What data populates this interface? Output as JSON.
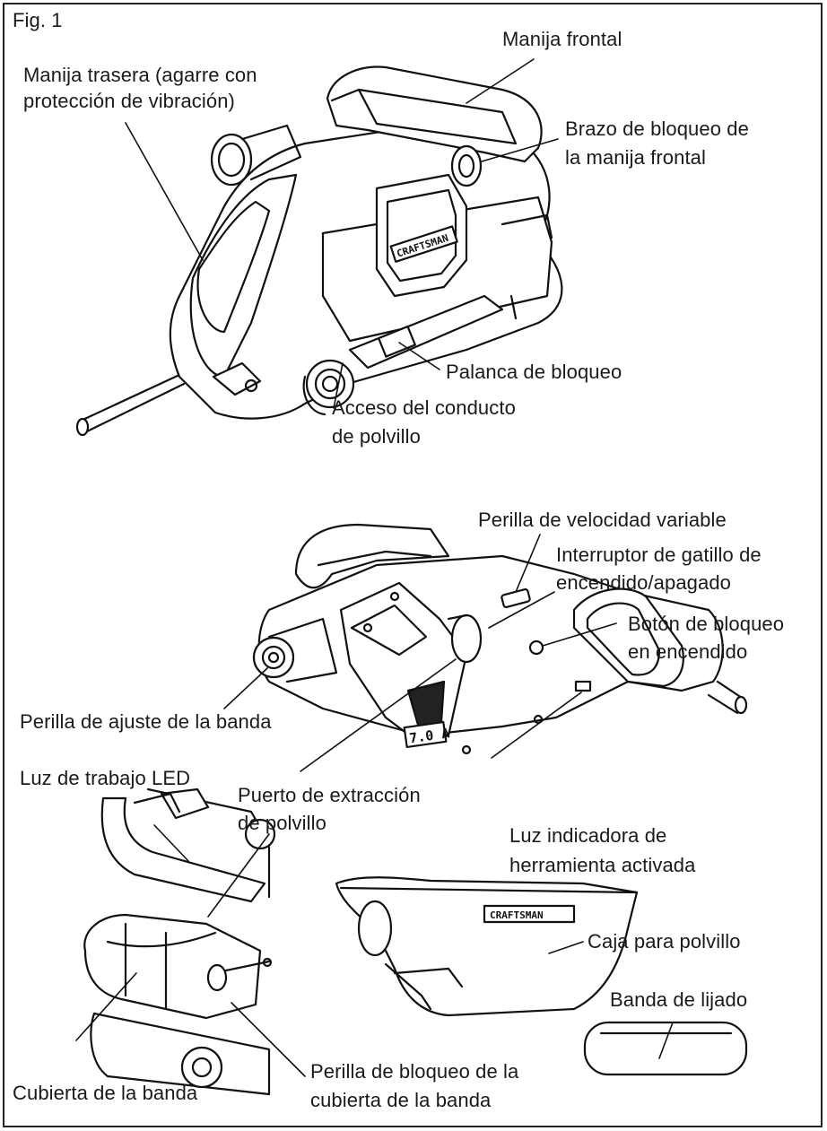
{
  "figure": {
    "fig_label": "Fig. 1",
    "brand": "CRAFTSMAN",
    "amperage_badge": "7.0 A"
  },
  "top_view_labels": {
    "front_handle": "Manija frontal",
    "rear_handle_1": "Manija trasera (agarre con",
    "rear_handle_2": "protección de vibración)",
    "front_handle_lock_1": "Brazo de bloqueo de",
    "front_handle_lock_2": "la manija frontal",
    "lock_lever": "Palanca de bloqueo",
    "dust_access_1": "Acceso del conducto",
    "dust_access_2": "de polvillo"
  },
  "side_view_labels": {
    "speed_knob": "Perilla de velocidad variable",
    "trigger_1": "Interruptor de gatillo de",
    "trigger_2": "encendido/apagado",
    "lock_on_1": "Botón de bloqueo",
    "lock_on_2": "en encendido",
    "belt_knob": "Perilla de ajuste de la banda",
    "led_light": "Luz de trabajo LED",
    "dust_port_1": "Puerto de extracción",
    "dust_port_2": "de polvillo",
    "indicator_1": "Luz indicadora de",
    "indicator_2": "herramienta activada"
  },
  "accessory_labels": {
    "dust_box": "Caja para polvillo",
    "sanding_belt": "Banda de lijado",
    "belt_cover": "Cubierta de la banda",
    "cover_knob_1": "Perilla de bloqueo de la",
    "cover_knob_2": "cubierta de la banda"
  }
}
